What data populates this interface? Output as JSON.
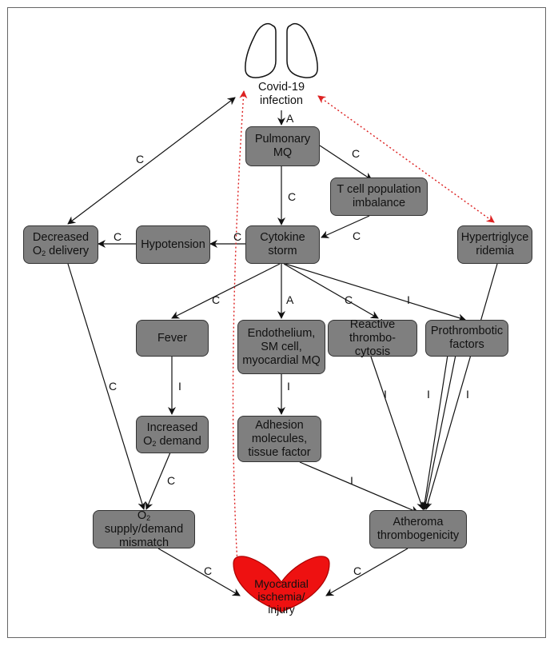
{
  "infection": {
    "line1": "Covid-19",
    "line2": "infection"
  },
  "nodes": {
    "pulmonary": {
      "line1": "Pulmonary",
      "line2": "MQ"
    },
    "tcell": {
      "line1": "T cell population",
      "line2": "imbalance"
    },
    "cytokine": {
      "line1": "Cytokine",
      "line2": "storm"
    },
    "hypotension": {
      "line1": "Hypotension"
    },
    "decreased": {
      "line1": "Decreased",
      "o2_prefix": "O",
      "o2_sub": "2",
      "line2_rest": " delivery"
    },
    "hypertrig": {
      "line1": "Hypertriglyce",
      "line2": "ridemia"
    },
    "fever": {
      "line1": "Fever"
    },
    "endothelium": {
      "line1": "Endothelium,",
      "line2": "SM cell,",
      "line3": "myocardial MQ"
    },
    "reactive": {
      "line1": "Reactive",
      "line2": "thrombo-cytosis"
    },
    "prothrombotic": {
      "line1": "Prothrombotic",
      "line2": "factors"
    },
    "increased": {
      "line1": "Increased",
      "o2_prefix": "O",
      "o2_sub": "2",
      "line2_rest": " demand"
    },
    "adhesion": {
      "line1": "Adhesion",
      "line2": "molecules,",
      "line3": "tissue factor"
    },
    "supply": {
      "o2_prefix": "O",
      "o2_sub": "2",
      "line1_rest": " supply/demand",
      "line2": "mismatch"
    },
    "atheroma": {
      "line1": "Atheroma",
      "line2": "thrombogenicity"
    }
  },
  "heart": {
    "line1": "Myocardial",
    "line2": "ischemia/",
    "line3": "injury"
  },
  "edge_labels": {
    "inf_pul": "A",
    "pul_tcell": "C",
    "pul_cyt": "C",
    "tcell_cyt": "C",
    "inf_dec": "C",
    "hyp_dec": "C",
    "cyt_hyp": "C",
    "cyt_fever": "C",
    "cyt_endo": "A",
    "cyt_react": "C",
    "cyt_proth": "I",
    "dec_supply": "C",
    "fever_inc": "I",
    "endo_adh": "I",
    "react_ath": "I",
    "proth_ath": "I",
    "trig_ath": "I",
    "inc_supply": "C",
    "adh_ath": "I",
    "supply_heart": "C",
    "ath_heart": "C"
  },
  "colors": {
    "box_fill": "#7f7f7f",
    "heart_red": "#ee1111",
    "dotted_red": "#dd2222",
    "arrow": "#111111"
  }
}
